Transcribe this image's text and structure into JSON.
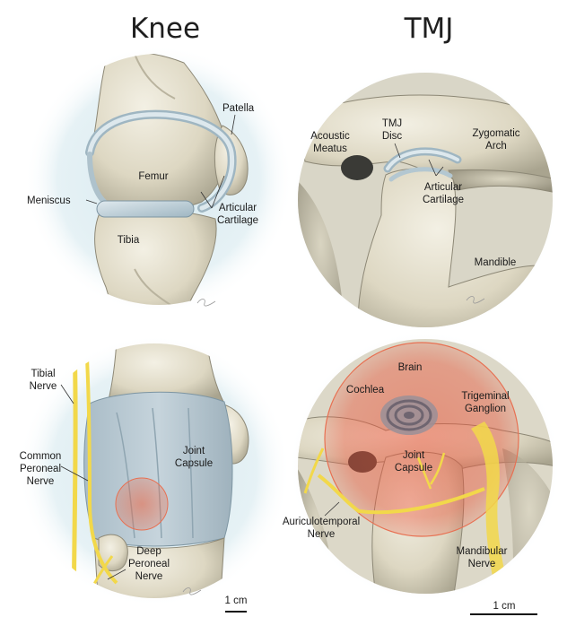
{
  "titles": {
    "left": "Knee",
    "right": "TMJ"
  },
  "panels": {
    "knee_top": {
      "labels": {
        "patella": "Patella",
        "femur": "Femur",
        "meniscus": "Meniscus",
        "articular_cartilage_1": "Articular",
        "articular_cartilage_2": "Cartilage",
        "tibia": "Tibia"
      }
    },
    "tmj_top": {
      "labels": {
        "acoustic_meatus_1": "Acoustic",
        "acoustic_meatus_2": "Meatus",
        "tmj_disc_1": "TMJ",
        "tmj_disc_2": "Disc",
        "zygomatic_arch_1": "Zygomatic",
        "zygomatic_arch_2": "Arch",
        "articular_cartilage_1": "Articular",
        "articular_cartilage_2": "Cartilage",
        "mandible": "Mandible"
      }
    },
    "knee_bottom": {
      "labels": {
        "tibial_nerve_1": "Tibial",
        "tibial_nerve_2": "Nerve",
        "common_peroneal_1": "Common",
        "common_peroneal_2": "Peroneal",
        "common_peroneal_3": "Nerve",
        "joint_capsule_1": "Joint",
        "joint_capsule_2": "Capsule",
        "deep_peroneal_1": "Deep",
        "deep_peroneal_2": "Peroneal",
        "deep_peroneal_3": "Nerve"
      },
      "scale_bar": "1 cm"
    },
    "tmj_bottom": {
      "labels": {
        "brain": "Brain",
        "cochlea": "Cochlea",
        "trigeminal_1": "Trigeminal",
        "trigeminal_2": "Ganglion",
        "joint_capsule_1": "Joint",
        "joint_capsule_2": "Capsule",
        "auriculotemporal_1": "Auriculotemporal",
        "auriculotemporal_2": "Nerve",
        "mandibular_nerve_1": "Mandibular",
        "mandibular_nerve_2": "Nerve"
      },
      "scale_bar": "1 cm"
    }
  },
  "colors": {
    "bone": "#e6e1cf",
    "cartilage": "#b9ccd6",
    "nerve": "#f2d84a",
    "highlight": "#e8553a",
    "glow": "#d7e9ef"
  }
}
